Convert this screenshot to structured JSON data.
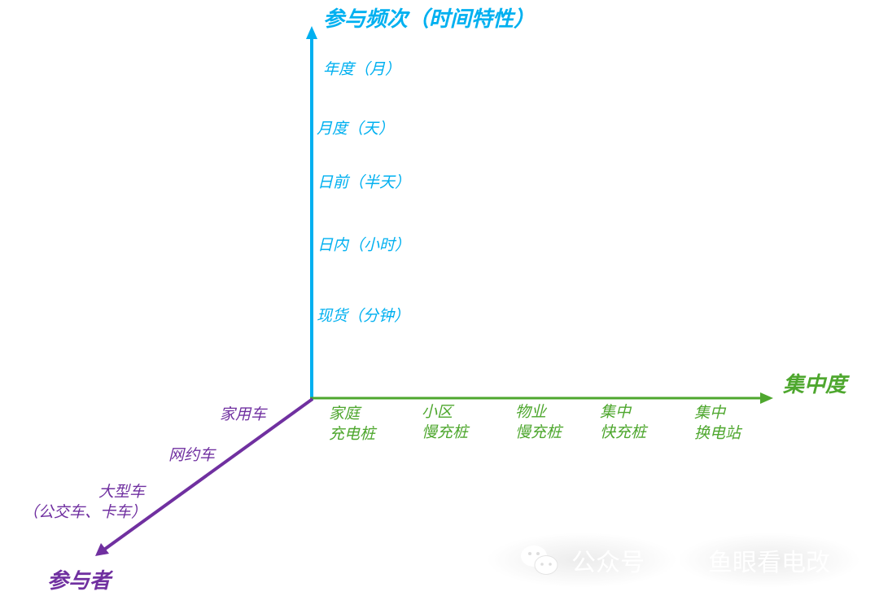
{
  "colors": {
    "time_axis": "#00b0f0",
    "concentration_axis": "#4ea72e",
    "participant_axis": "#7030a0"
  },
  "time_axis": {
    "title": "参与频次（时间特性）",
    "ticks": [
      "年度（月）",
      "月度（天）",
      "日前（半天）",
      "日内（小时）",
      "现货（分钟）"
    ]
  },
  "concentration_axis": {
    "title": "集中度",
    "ticks": [
      {
        "line1": "家庭",
        "line2": "充电桩"
      },
      {
        "line1": "小区",
        "line2": "慢充桩"
      },
      {
        "line1": "物业",
        "line2": "慢充桩"
      },
      {
        "line1": "集中",
        "line2": "快充桩"
      },
      {
        "line1": "集中",
        "line2": "换电站"
      }
    ]
  },
  "participant_axis": {
    "title": "参与者",
    "ticks": [
      {
        "line1": "家用车"
      },
      {
        "line1": "网约车"
      },
      {
        "line1": "大型车",
        "line2": "（公交车、卡车）"
      }
    ]
  },
  "watermark": {
    "icon": "wechat-icon",
    "label": "公众号",
    "account": "鱼眼看电改"
  }
}
